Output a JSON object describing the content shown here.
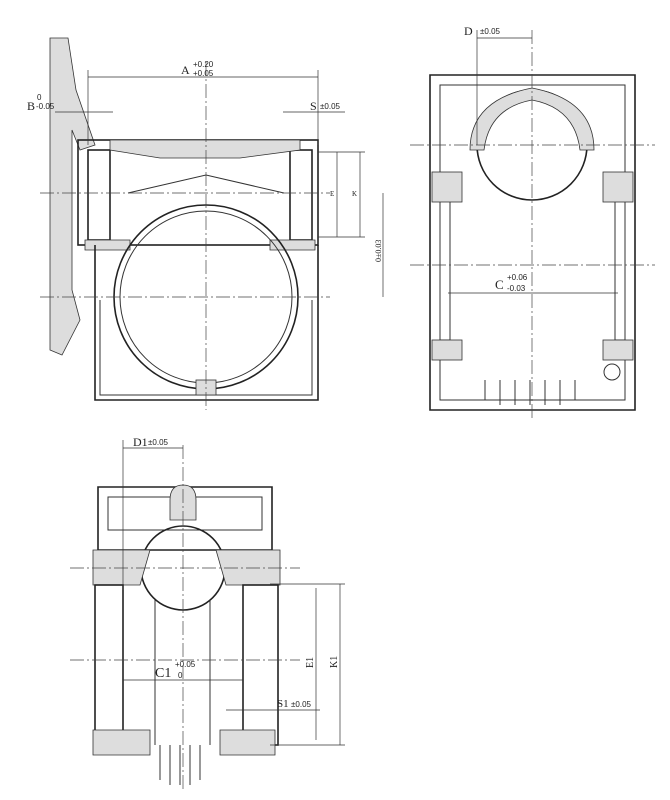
{
  "labels": {
    "A": "A",
    "A_upper": "+0.20",
    "A_lower": "+0.05",
    "B": "B",
    "B_upper": "0",
    "B_lower": "-0.05",
    "S": "S",
    "S_tol": "±0.05",
    "E": "E",
    "K": "K",
    "O": "0±0.03",
    "D": "D",
    "D_tol": "±0.05",
    "C": "C",
    "C_upper": "+0.06",
    "C_lower": "-0.03",
    "D1": "D1",
    "D1_tol": "±0.05",
    "C1": "C1",
    "C1_upper": "+0.05",
    "C1_lower": "0",
    "E1": "E1",
    "K1": "K1",
    "S1": "S1",
    "S1_tol": "±0.05"
  }
}
